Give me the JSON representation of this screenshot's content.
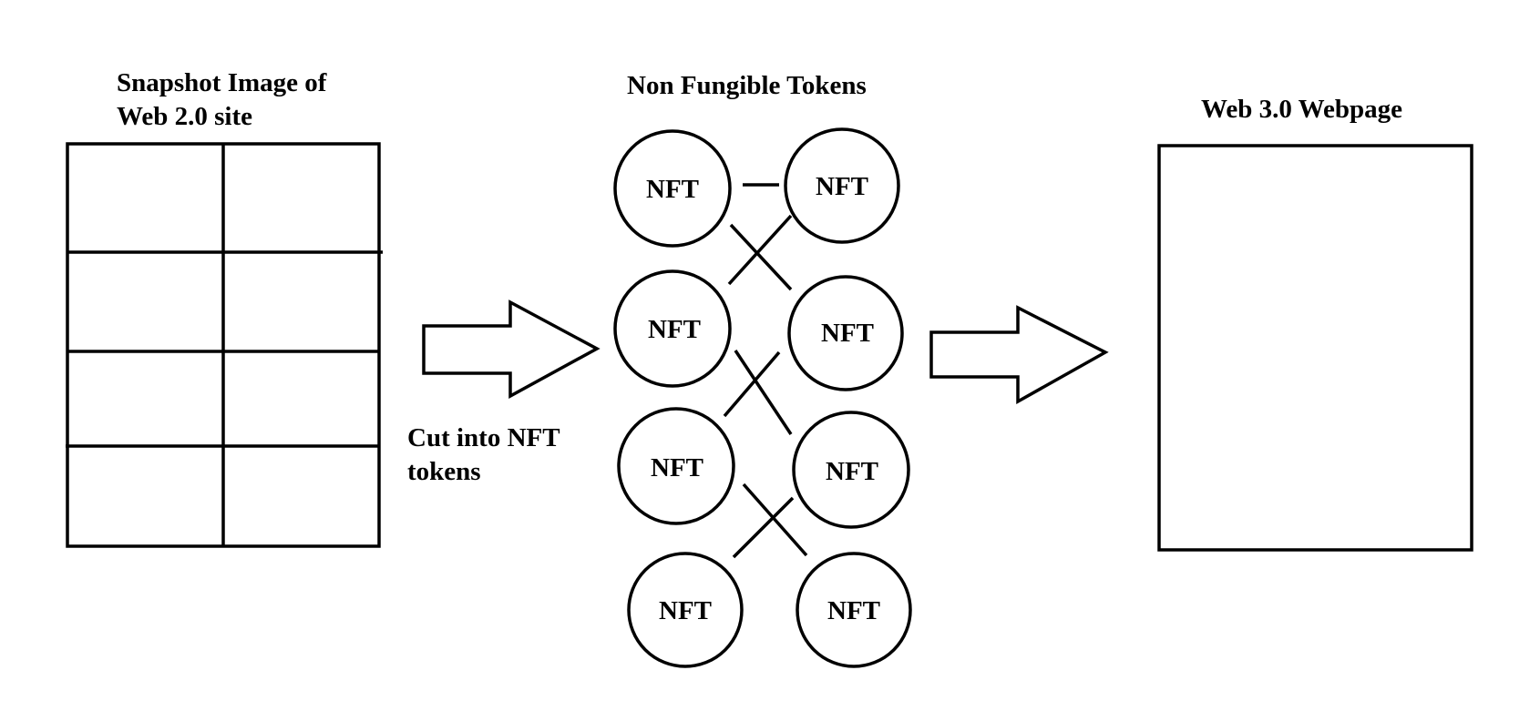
{
  "snapshot": {
    "title_line1": "Snapshot Image of",
    "title_line2": "Web 2.0 site"
  },
  "cut_label": {
    "line1": "Cut into NFT",
    "line2": "tokens"
  },
  "nft_group": {
    "title": "Non Fungible Tokens",
    "tokens": [
      "NFT",
      "NFT",
      "NFT",
      "NFT",
      "NFT",
      "NFT",
      "NFT",
      "NFT"
    ]
  },
  "webpage": {
    "title": "Web 3.0 Webpage"
  }
}
